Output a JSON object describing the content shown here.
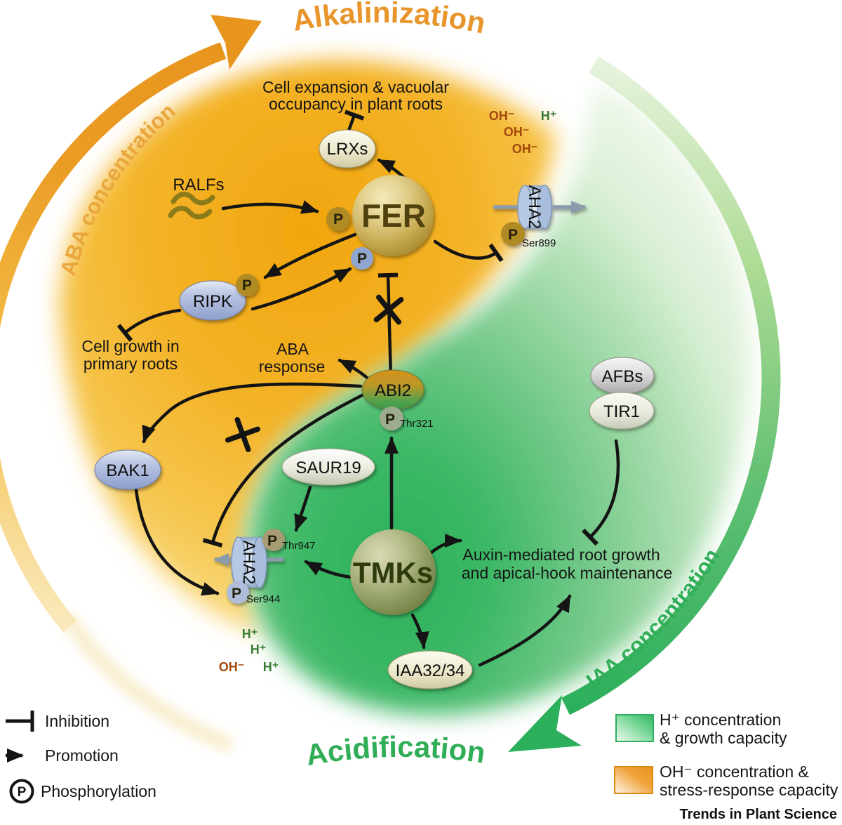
{
  "titles": {
    "top": "Alkalinization",
    "bottom": "Acidification",
    "arc_left": "ABA concentration",
    "arc_right": "IAA concentration"
  },
  "nodes": {
    "lrxs": "LRXs",
    "ralfs": "RALFs",
    "fer": "FER",
    "ripk": "RIPK",
    "aha2": "AHA2",
    "abi2": "ABI2",
    "bak1": "BAK1",
    "saur19": "SAUR19",
    "tmks": "TMKs",
    "iaa3234": "IAA32/34",
    "afbs": "AFBs",
    "tir1": "TIR1"
  },
  "phospho": {
    "p": "P",
    "ser899": "Ser899",
    "thr321": "Thr321",
    "thr947": "Thr947",
    "ser944": "Ser944"
  },
  "annotations": {
    "cell_expansion": [
      "Cell expansion & vacuolar",
      "occupancy in plant roots"
    ],
    "cell_growth": [
      "Cell growth in",
      "primary roots"
    ],
    "aba_response": [
      "ABA",
      "response"
    ],
    "auxin": [
      "Auxin-mediated root growth",
      "and apical-hook maintenance"
    ]
  },
  "ions": {
    "oh": "OH⁻",
    "h": "H⁺"
  },
  "legend": {
    "inhibition": "Inhibition",
    "promotion": "Promotion",
    "phosphorylation": "Phosphorylation",
    "p": "P",
    "green_box": [
      "H⁺ concentration",
      "& growth capacity"
    ],
    "orange_box": [
      "OH⁻ concentration &",
      "stress-response capacity"
    ]
  },
  "footer": "Trends in Plant Science",
  "colors": {
    "accent_orange": "#E8951E",
    "accent_green": "#2FAE57",
    "orange_blob": "#F1A50D",
    "green_blob": "#2DB15B",
    "oh_ion": "#A3490E",
    "h_ion": "#3A7A35",
    "phosphate_gold": "#B08A20",
    "phosphate_blue": "#8FA6D0",
    "phosphate_graygreen": "#9DAB8E",
    "phosphate_tan": "#A79B72",
    "phosphate_lightblue": "#AFBDDA",
    "membrane_pump": "#C3D5EA"
  }
}
